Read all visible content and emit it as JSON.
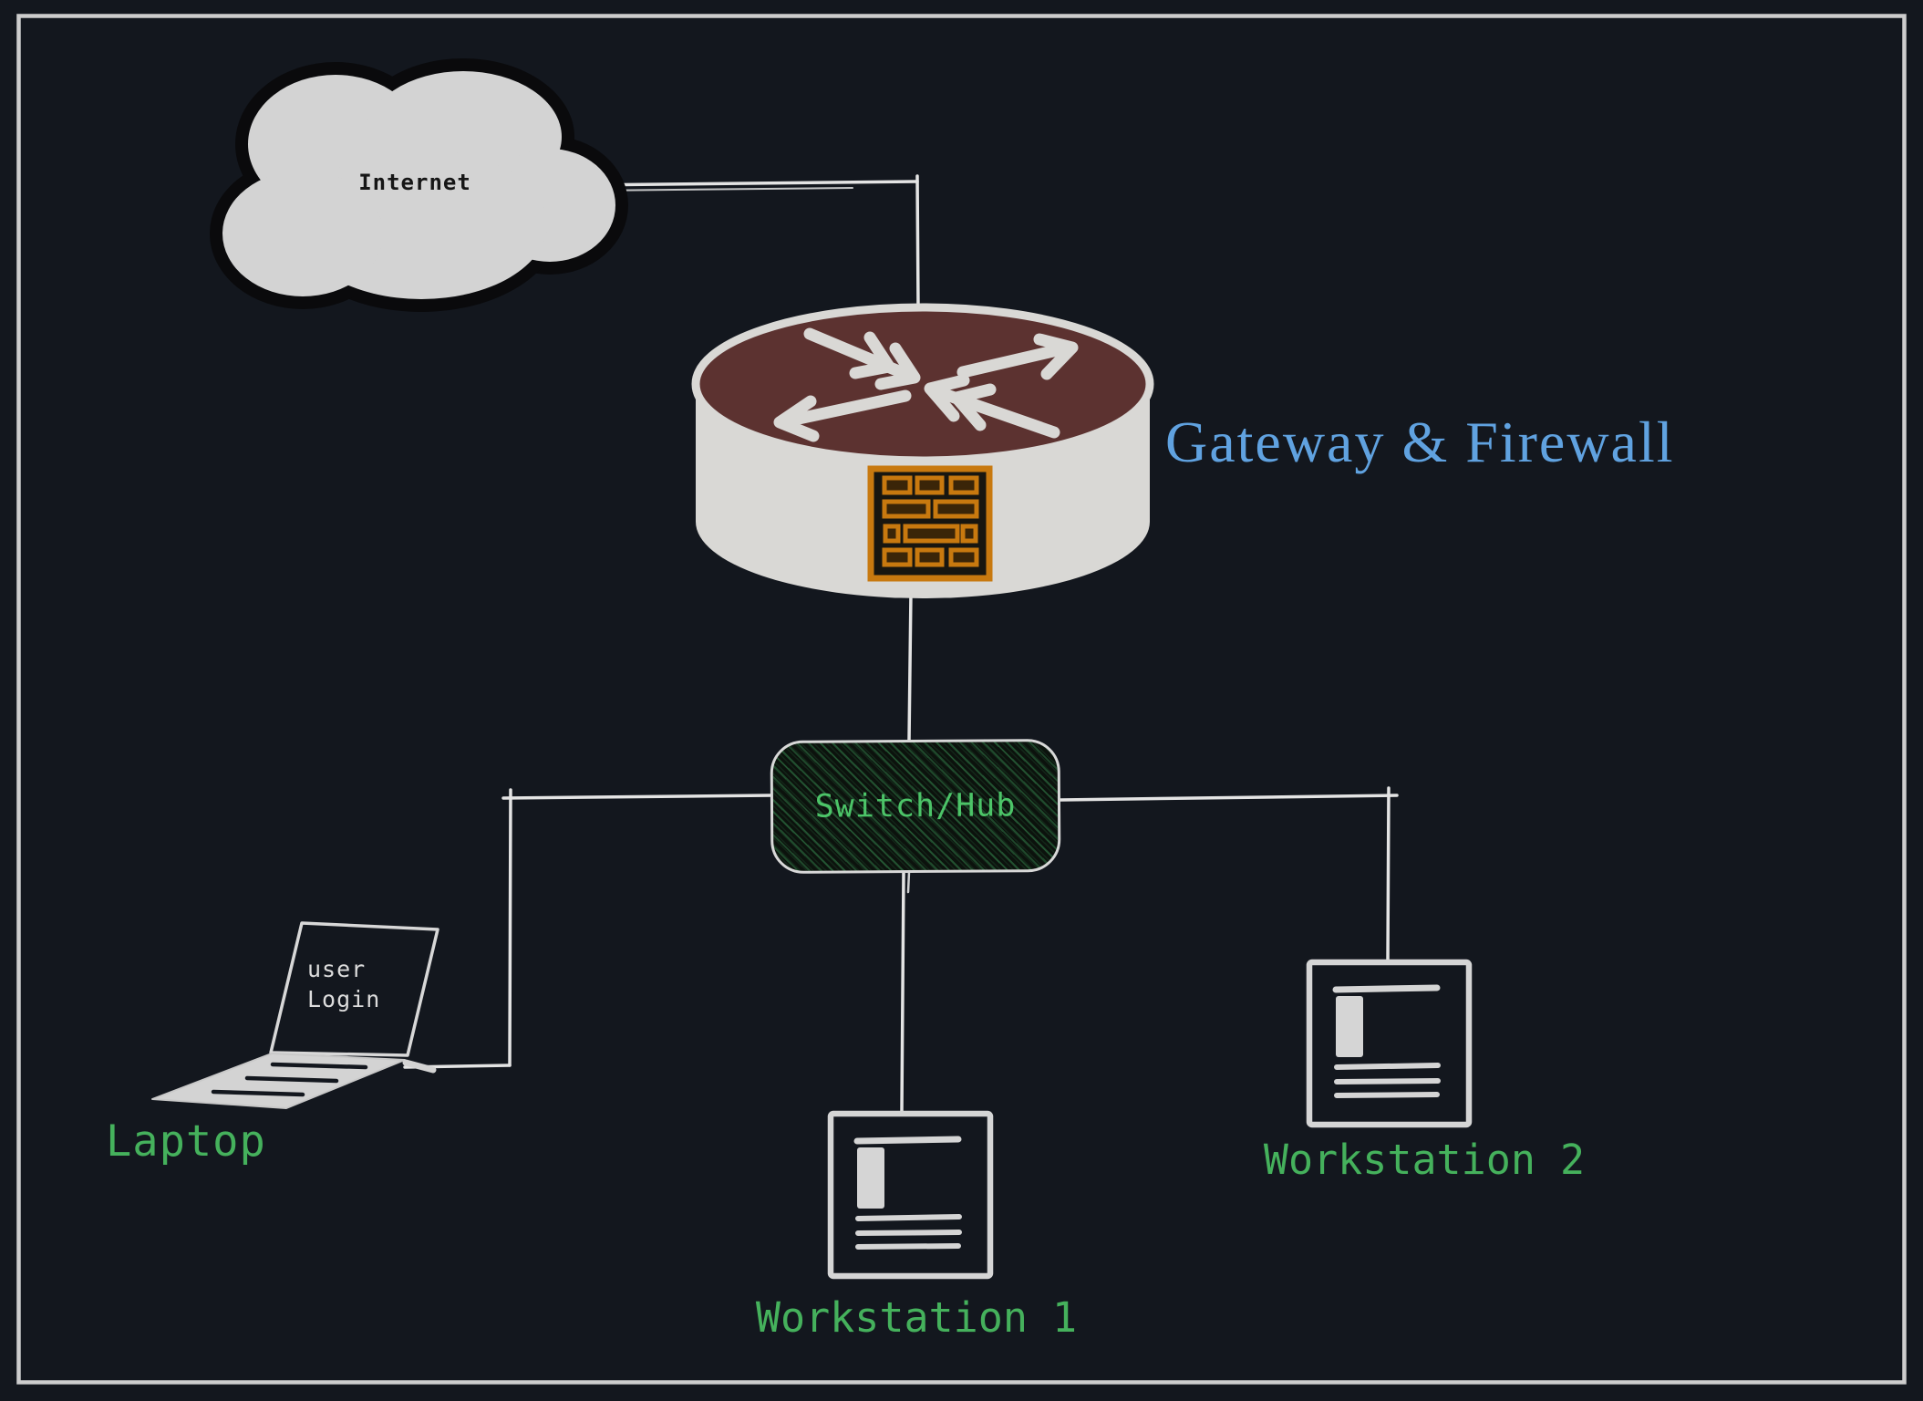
{
  "diagram": {
    "background_color": "#13171e",
    "frame_color": "#cdcdcd",
    "connector_color": "#e4e4e4",
    "nodes": {
      "internet_cloud": {
        "label": "Internet",
        "fill": "#d3d3d3",
        "outline": "#0a0a0c",
        "text_color": "#161616"
      },
      "gateway_router": {
        "label": "Gateway & Firewall",
        "label_color": "#60a2e0",
        "top_color": "#5c3230",
        "body_color": "#d9d8d5",
        "arrow_color": "#d9d8d5",
        "firewall_icon_color": "#c8790f"
      },
      "switch_hub": {
        "label": "Switch/Hub",
        "label_color": "#4cc468",
        "hatch_color": "#3ea05c",
        "border_color": "#d8d8d8"
      },
      "laptop": {
        "label": "Laptop",
        "screen_text": "user\nLogin",
        "label_color": "#45b15c",
        "screen_text_color": "#dcdcdc"
      },
      "workstation_1": {
        "label": "Workstation 1",
        "label_color": "#45b15c",
        "icon_color": "#d5d5d5"
      },
      "workstation_2": {
        "label": "Workstation 2",
        "label_color": "#45b15c",
        "icon_color": "#d5d5d5"
      }
    }
  }
}
